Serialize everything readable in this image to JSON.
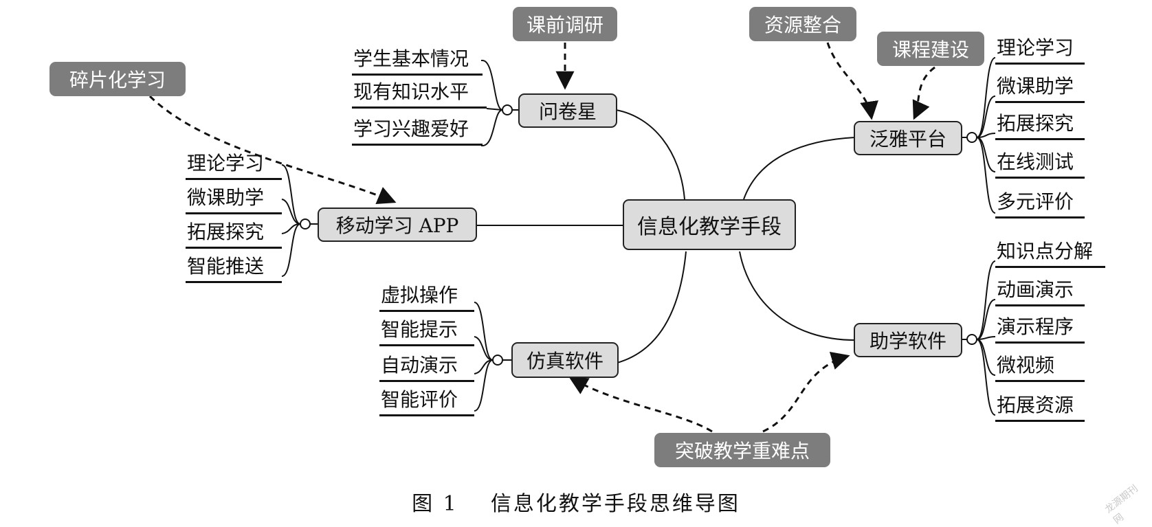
{
  "center": {
    "label": "信息化教学手段"
  },
  "branches": {
    "wenjuanxing": {
      "label": "问卷星",
      "leaves": [
        "学生基本情况",
        "现有知识水平",
        "学习兴趣爱好"
      ]
    },
    "mobile_app": {
      "label": "移动学习 APP",
      "leaves": [
        "理论学习",
        "微课助学",
        "拓展探究",
        "智能推送"
      ]
    },
    "simulation": {
      "label": "仿真软件",
      "leaves": [
        "虚拟操作",
        "智能提示",
        "自动演示",
        "智能评价"
      ]
    },
    "fanya": {
      "label": "泛雅平台",
      "leaves": [
        "理论学习",
        "微课助学",
        "拓展探究",
        "在线测试",
        "多元评价"
      ]
    },
    "assist": {
      "label": "助学软件",
      "leaves": [
        "知识点分解",
        "动画演示",
        "演示程序",
        "微视频",
        "拓展资源"
      ]
    }
  },
  "tags": {
    "pre_class": "课前调研",
    "fragment": "碎片化学习",
    "resource": "资源整合",
    "course": "课程建设",
    "breakthrough": "突破教学重难点"
  },
  "caption": {
    "number": "图 1",
    "title": "信息化教学手段思维导图"
  },
  "watermark": "龙源期刊网",
  "colors": {
    "node_fill": "#dcdcdc",
    "tag_fill": "#7d7d7d",
    "line": "#111111"
  }
}
